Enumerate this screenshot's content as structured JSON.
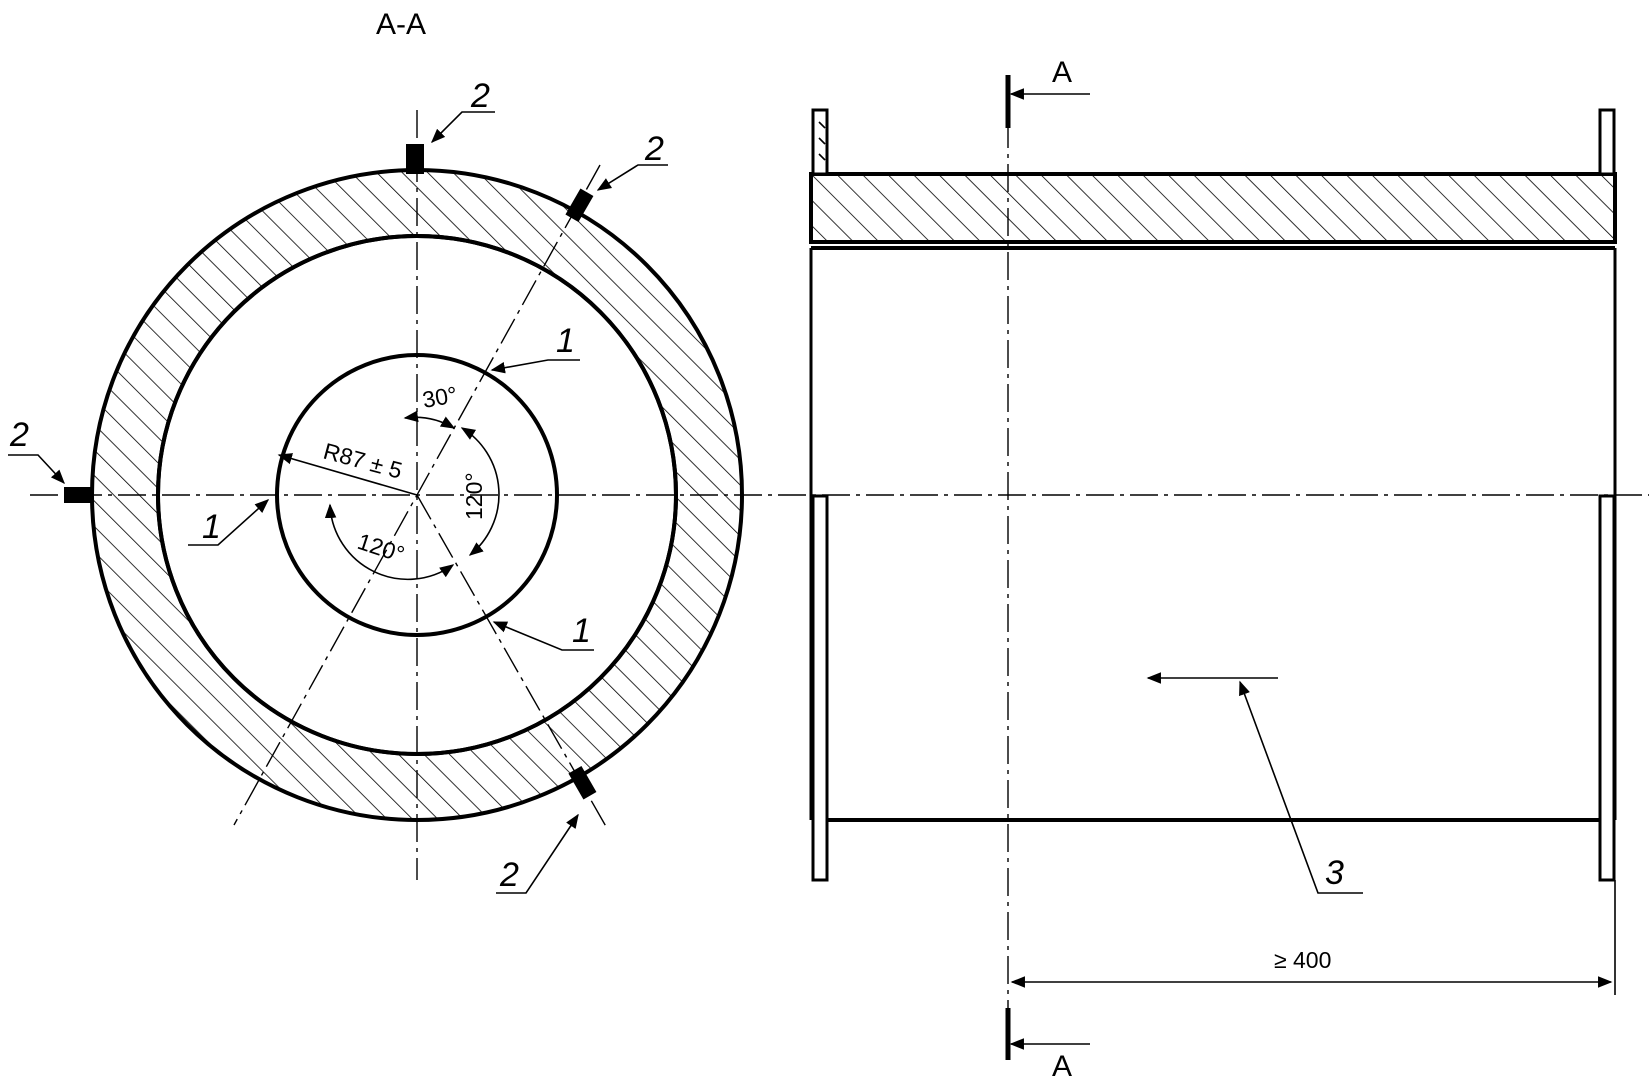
{
  "section": {
    "title": "A-A",
    "radius_label": "R87 ± 5",
    "angle_30": "30°",
    "angle_120_right": "120°",
    "angle_120_bottom": "120°",
    "callouts": {
      "inner_label": "1",
      "marker_label": "2"
    }
  },
  "side_view": {
    "cut_label_top": "A",
    "cut_label_bottom": "A",
    "part_label": "3",
    "length_label": "≥ 400"
  }
}
